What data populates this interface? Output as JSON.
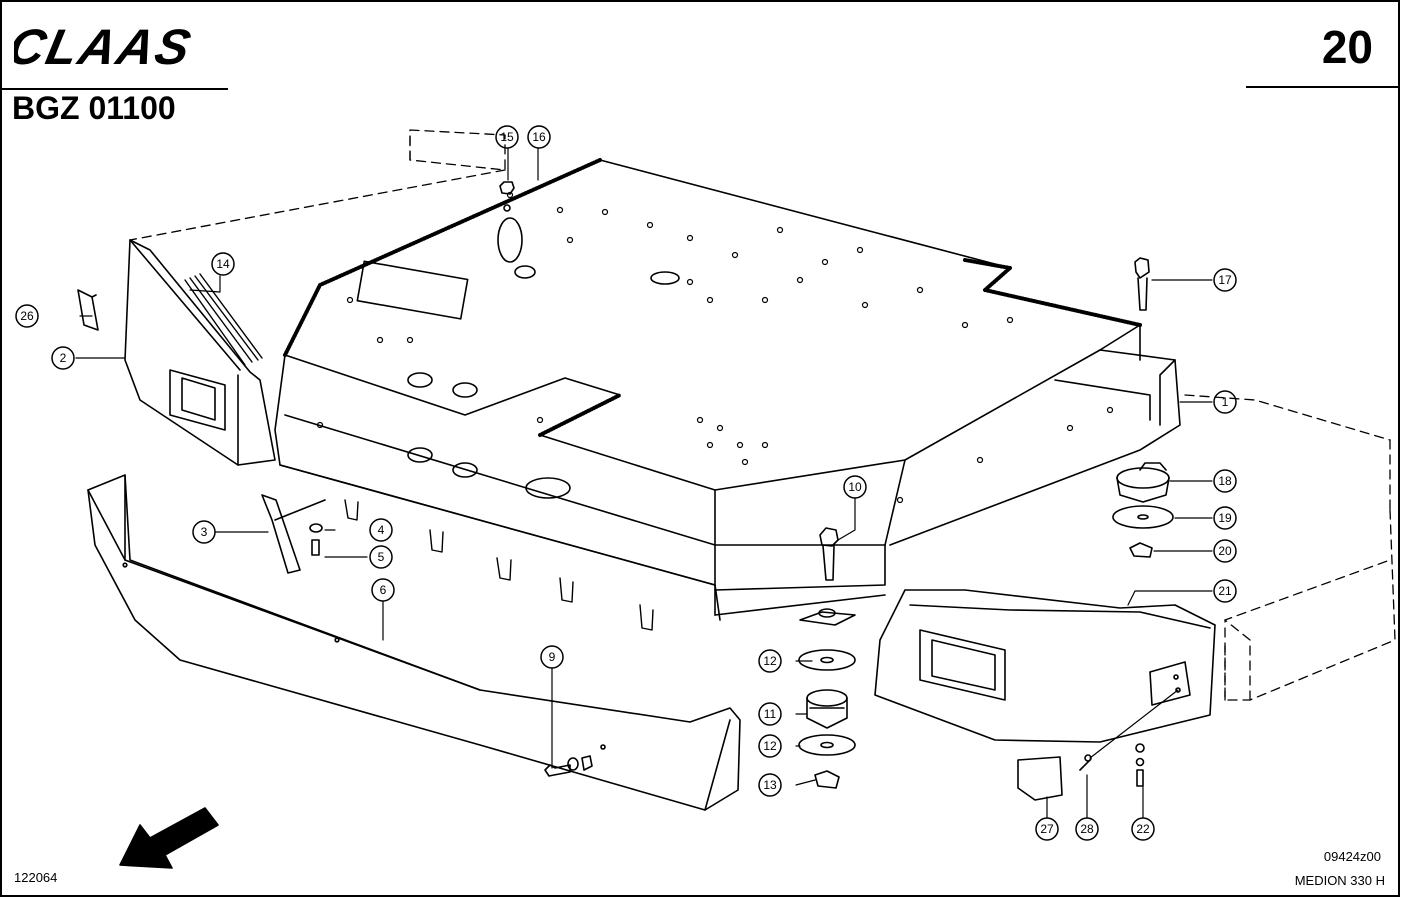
{
  "header": {
    "brand": "CLAAS",
    "page_number": "20",
    "group_code": "BGZ 01100"
  },
  "footer": {
    "figure_number": "122064",
    "drawing_reference": "09424z00",
    "model": "MEDION 330 H"
  },
  "callouts": [
    "1",
    "2",
    "3",
    "4",
    "5",
    "6",
    "9",
    "10",
    "11",
    "12",
    "12",
    "13",
    "14",
    "15",
    "16",
    "17",
    "18",
    "19",
    "20",
    "21",
    "22",
    "26",
    "27",
    "28"
  ]
}
